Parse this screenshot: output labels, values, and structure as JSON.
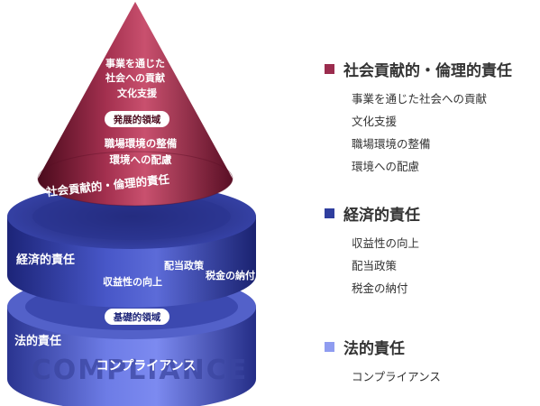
{
  "diagram": {
    "cone": {
      "top_items": [
        "事業を通じた",
        "社会への貢献",
        "文化支援"
      ],
      "badge": "発展的領域",
      "mid_items": [
        "職場環境の整備",
        "環境への配慮"
      ],
      "label": "社会貢献的・倫理的責任"
    },
    "middle_ring": {
      "label": "経済的責任",
      "items": [
        "配当政策",
        "収益性の向上",
        "税金の納付"
      ]
    },
    "base": {
      "badge": "基礎的領域",
      "label": "法的責任",
      "item": "コンプライアンス",
      "watermark": "COMPLIANCE"
    }
  },
  "legend": {
    "ethics": {
      "title": "社会貢献的・倫理的責任",
      "color": "#9b2c4e",
      "items": [
        "事業を通じた社会への貢献",
        "文化支援",
        "職場環境の整備",
        "環境への配慮"
      ]
    },
    "economic": {
      "title": "経済的責任",
      "color": "#2f3e9e",
      "items": [
        "収益性の向上",
        "配当政策",
        "税金の納付"
      ]
    },
    "legal": {
      "title": "法的責任",
      "color": "#8f9cf0",
      "items": [
        "コンプライアンス"
      ]
    }
  }
}
